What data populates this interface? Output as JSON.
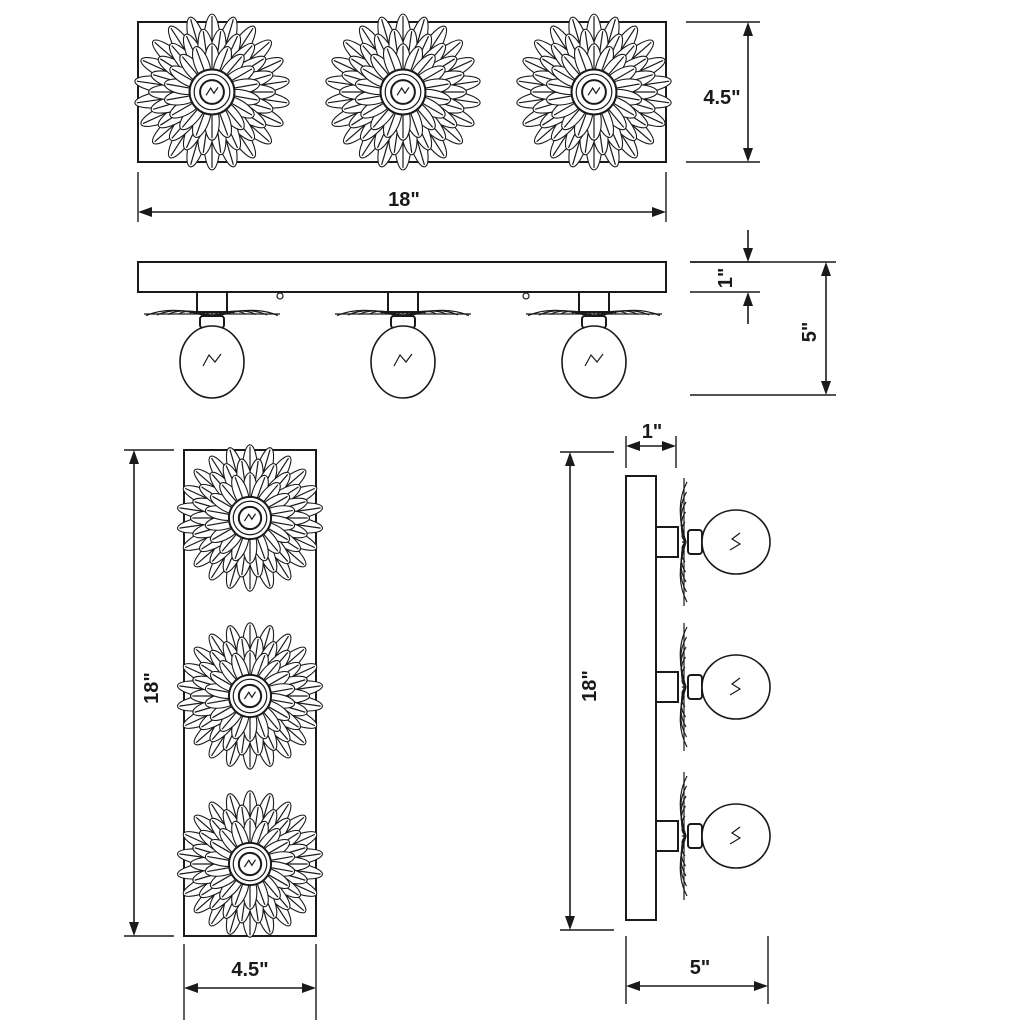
{
  "colors": {
    "line": "#1a1a1a",
    "background": "#ffffff"
  },
  "dimensions": {
    "top_view": {
      "height": "4.5\"",
      "width": "18\""
    },
    "side_view": {
      "depth": "1\"",
      "extension": "5\""
    },
    "front_vertical_view": {
      "length": "18\"",
      "width": "4.5\""
    },
    "profile_vertical_view": {
      "depth": "1\"",
      "length": "18\"",
      "extension": "5\""
    }
  },
  "fixture": {
    "light_count": 3
  }
}
